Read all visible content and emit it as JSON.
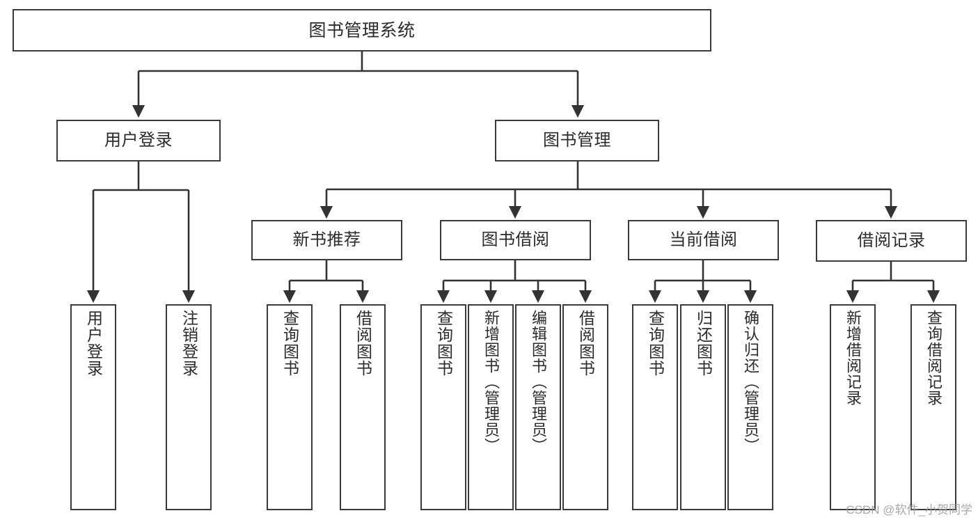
{
  "diagram": {
    "title": "图书管理系统",
    "type": "hierarchy-tree",
    "root": {
      "id": "root",
      "label": "图书管理系统"
    },
    "level2": [
      {
        "id": "user-login",
        "label": "用户登录"
      },
      {
        "id": "book-management",
        "label": "图书管理"
      }
    ],
    "level3": [
      {
        "id": "new-book-recommend",
        "label": "新书推荐",
        "parent": "book-management"
      },
      {
        "id": "book-borrow",
        "label": "图书借阅",
        "parent": "book-management"
      },
      {
        "id": "current-borrow",
        "label": "当前借阅",
        "parent": "book-management"
      },
      {
        "id": "borrow-record",
        "label": "借阅记录",
        "parent": "book-management"
      }
    ],
    "leaves": {
      "user_login": [
        {
          "id": "leaf-user-login",
          "label": "用户登录"
        },
        {
          "id": "leaf-logout-login",
          "label": "注销登录"
        }
      ],
      "new_book_recommend": [
        {
          "id": "leaf-query-book-1",
          "label": "查询图书"
        },
        {
          "id": "leaf-borrow-book-1",
          "label": "借阅图书"
        }
      ],
      "book_borrow": [
        {
          "id": "leaf-query-book-2",
          "label": "查询图书"
        },
        {
          "id": "leaf-add-book",
          "label": "新增图书（管理员）"
        },
        {
          "id": "leaf-edit-book",
          "label": "编辑图书（管理员）"
        },
        {
          "id": "leaf-borrow-book-2",
          "label": "借阅图书"
        }
      ],
      "current_borrow": [
        {
          "id": "leaf-query-book-3",
          "label": "查询图书"
        },
        {
          "id": "leaf-return-book",
          "label": "归还图书"
        },
        {
          "id": "leaf-confirm-return",
          "label": "确认归还（管理员）"
        }
      ],
      "borrow_record": [
        {
          "id": "leaf-add-record",
          "label": "新增借阅记录"
        },
        {
          "id": "leaf-query-record",
          "label": "查询借阅记录"
        }
      ]
    }
  },
  "watermark": {
    "text": "CSDN @软件_小贺同学"
  },
  "colors": {
    "border": "#3a3a3a",
    "text": "#2b2b2b",
    "background": "#ffffff",
    "connector": "#333333",
    "watermark": "#9a9a9a"
  }
}
